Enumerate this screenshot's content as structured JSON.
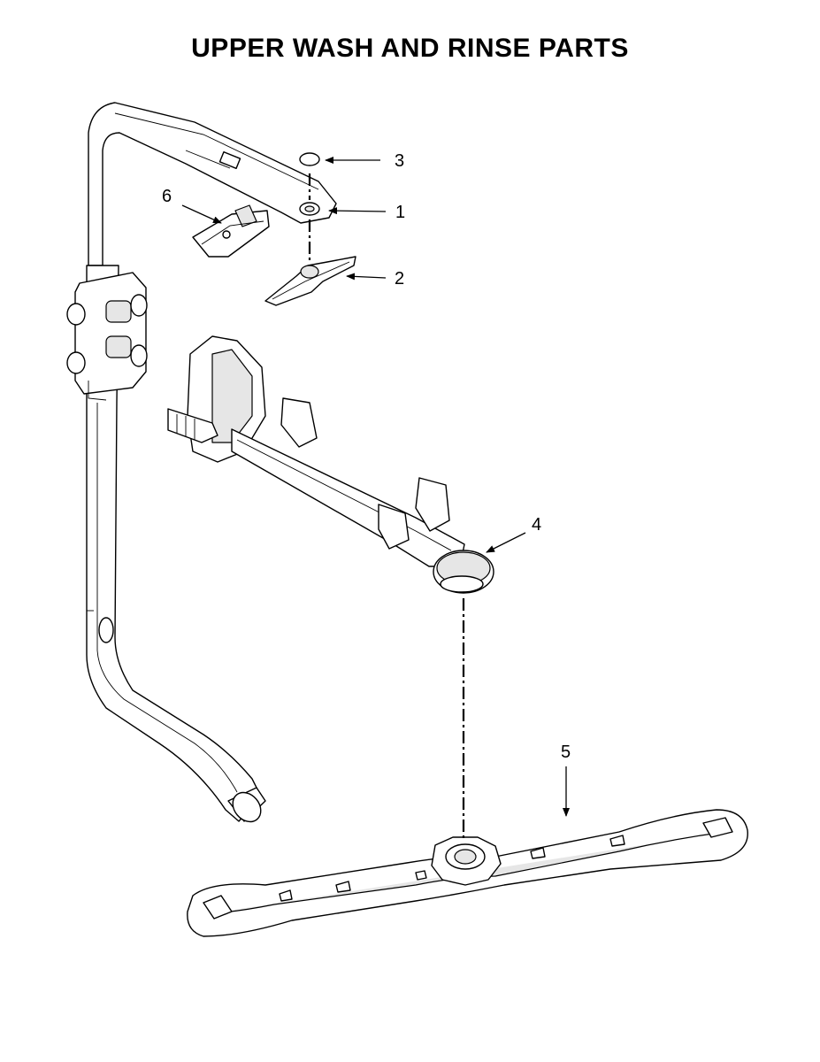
{
  "title": "UPPER WASH AND RINSE PARTS",
  "callouts": {
    "c1": "1",
    "c2": "2",
    "c3": "3",
    "c4": "4",
    "c5": "5",
    "c6": "6"
  }
}
